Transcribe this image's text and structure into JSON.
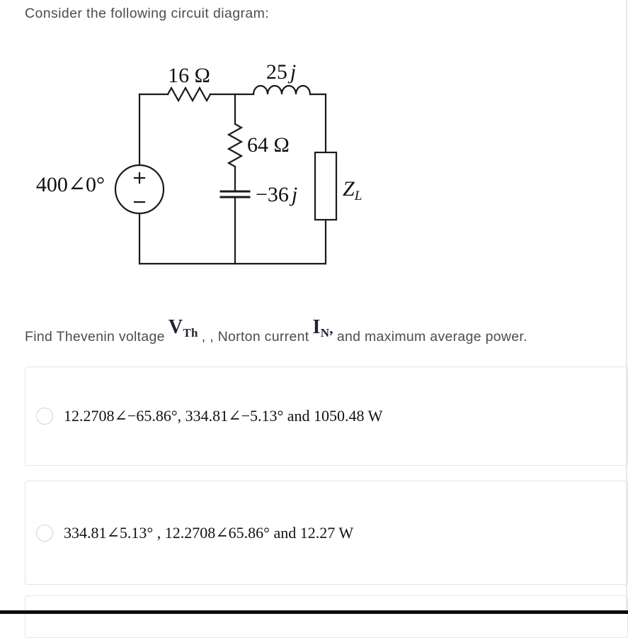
{
  "page": {
    "title": "Consider the following circuit diagram:"
  },
  "question": {
    "prefix": "Find Thevenin voltage",
    "math_v": {
      "base": "V",
      "sub": "Th"
    },
    "mid": ", , Norton current",
    "math_i": {
      "base": "I",
      "sub": "N",
      "after": ","
    },
    "suffix": "and maximum average power."
  },
  "circuit": {
    "source_label": "400∠0°",
    "source_plus": "+",
    "source_minus": "−",
    "resistor1_label": "16 Ω",
    "inductor_num": "25",
    "inductor_unit": "j",
    "resistor2_label": "64 Ω",
    "capacitor_num": "−36",
    "capacitor_unit": "j",
    "load_base": "Z",
    "load_sub": "L"
  },
  "options": [
    {
      "label": "12.2708∠−65.86°,  334.81∠−5.13°  and  1050.48 W",
      "selected": false
    },
    {
      "label": "334.81∠5.13° ,  12.2708∠65.86°  and  12.27 W",
      "selected": false
    },
    {
      "label": "",
      "selected": false
    }
  ],
  "colors": {
    "body_text": "#4d4d4d",
    "option_text": "#121212",
    "card_border": "#e1e5eb",
    "radio_border": "#ccd4e0",
    "circuit_stroke": "#1a1a1a",
    "bottom_strip": "#0b0b0b"
  }
}
